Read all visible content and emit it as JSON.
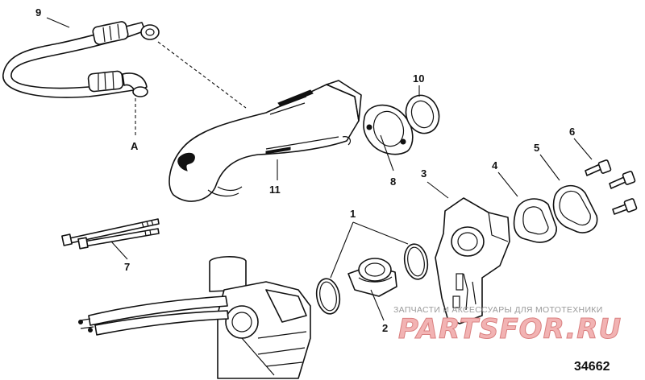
{
  "callouts": {
    "c1": "1",
    "c2": "2",
    "c3": "3",
    "c4": "4",
    "c5": "5",
    "c6": "6",
    "c7": "7",
    "c8": "8",
    "c9": "9",
    "c10": "10",
    "c11": "11",
    "cA": "A"
  },
  "watermark": {
    "tagline": "ЗАПЧАСТИ И АКСЕССУАРЫ ДЛЯ МОТОТЕХНИКИ",
    "brand": "PARTSFOR.RU",
    "color": "#e57373"
  },
  "diagram_code": "34662"
}
